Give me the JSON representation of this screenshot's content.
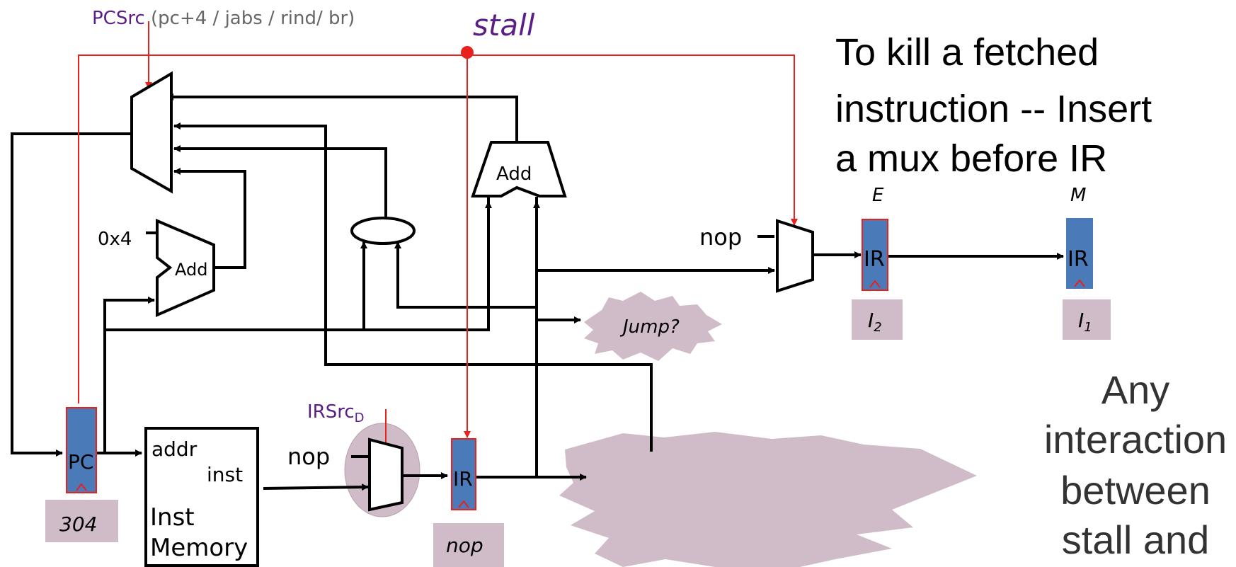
{
  "labels": {
    "pcsrc_name": "PCSrc",
    "pcsrc_options": " (pc+4 / jabs / rind/ br)",
    "stall": "stall",
    "zero_x4": "0x4",
    "add_small": "Add",
    "add_branch": "Add",
    "jump_q": "Jump?",
    "irsrc_main": "IRSrc",
    "irsrc_sub": "D",
    "nop_fetch": "nop",
    "nop_exec": "nop",
    "addr": "addr",
    "inst": "inst",
    "inst_mem_1": "Inst",
    "inst_mem_2": "Memory",
    "pc": "PC",
    "ir_decode": "IR",
    "ir_exec": "IR",
    "ir_mem": "IR",
    "stage_e": "E",
    "stage_m": "M"
  },
  "values": {
    "pc_value": "304",
    "decode_value": "nop",
    "exec_sub_base": "I",
    "exec_sub_num": "2",
    "mem_sub_base": "I",
    "mem_sub_num": "1"
  },
  "notes": {
    "kill_1": "To kill a fetched",
    "kill_2": "instruction --  Insert",
    "kill_3": "a mux before IR",
    "any_1": "Any",
    "any_2": "interaction",
    "any_3": "between",
    "any_4": "stall and"
  },
  "colors": {
    "wire": "#000000",
    "control": "#e8211c",
    "register_fill": "#4a7ab8",
    "value_box": "#d0bcc8",
    "purple_text": "#5a1e87",
    "gray_text": "#666666"
  }
}
